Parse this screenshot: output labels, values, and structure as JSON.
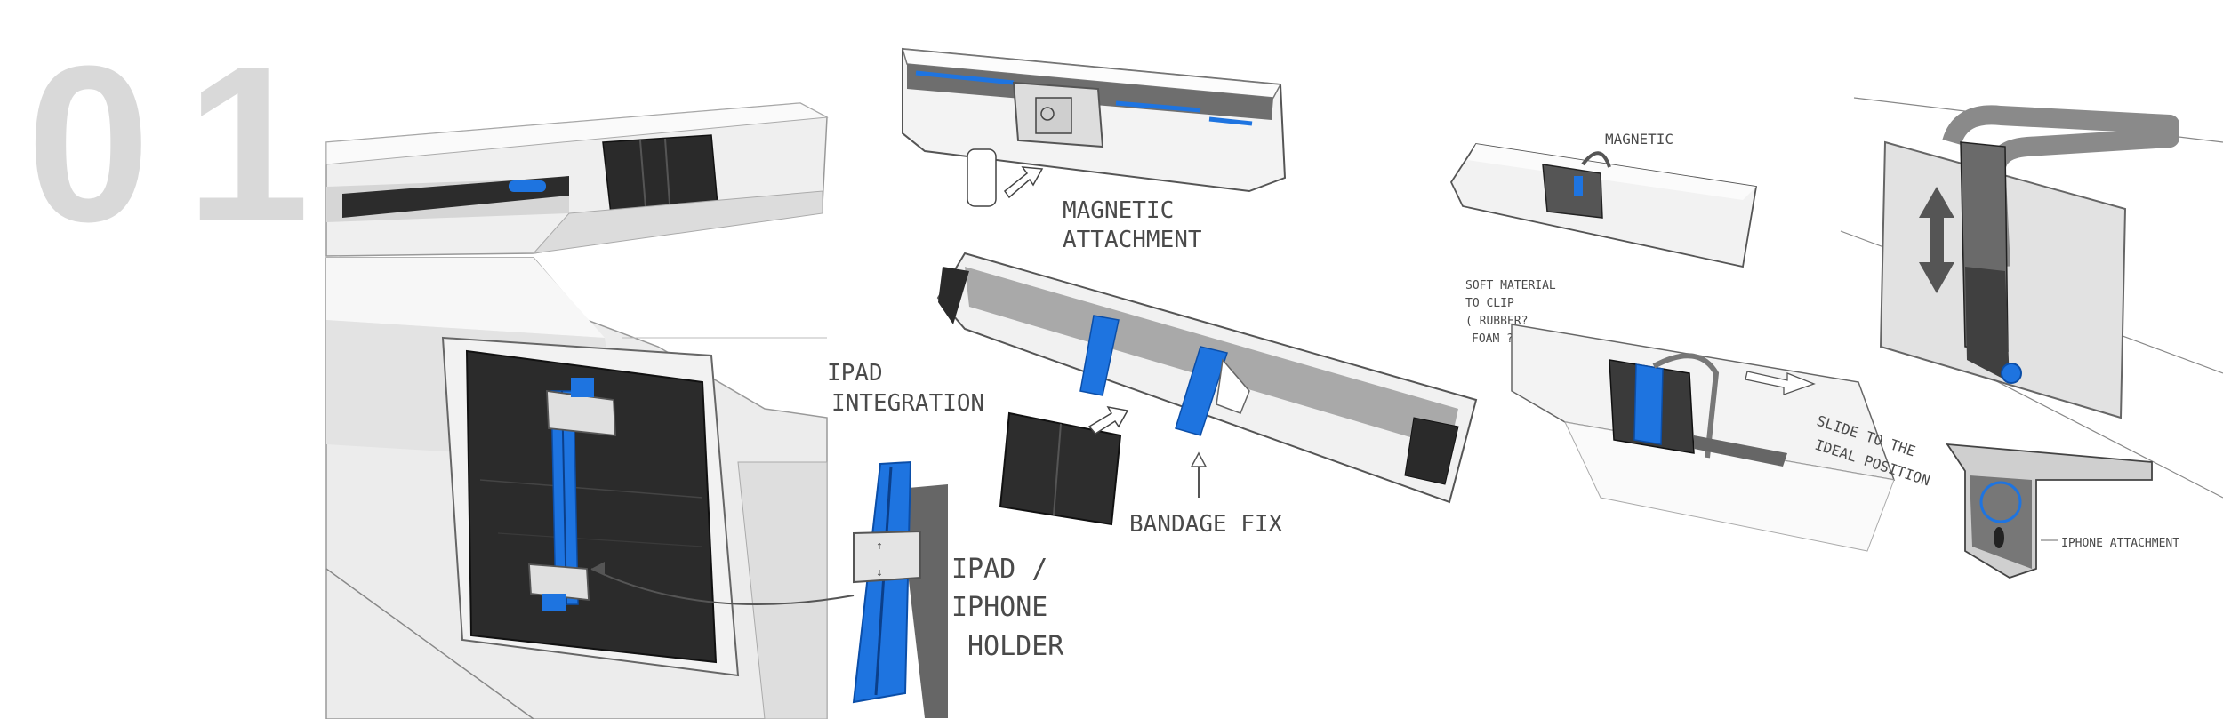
{
  "page_number": "01",
  "labels": {
    "magnetic_attachment_1": "MAGNETIC",
    "magnetic_attachment_2": "ATTACHMENT",
    "ipad_integration_1": "IPAD",
    "ipad_integration_2": "INTEGRATION",
    "ipad_iphone_holder_1": "IPAD /",
    "ipad_iphone_holder_2": "IPHONE",
    "ipad_iphone_holder_3": "HOLDER",
    "bandage_fix": "BANDAGE FIX",
    "magnetic": "MAGNETIC",
    "soft_material_1": "SOFT MATERIAL",
    "soft_material_2": "TO CLIP",
    "soft_material_3": "( RUBBER?",
    "soft_material_4": "FOAM ? )",
    "slide_1": "SLIDE TO THE",
    "slide_2": "IDEAL POSITION",
    "iphone_attachment": "IPHONE ATTACHMENT"
  },
  "colors": {
    "accent_blue": "#1e74e0",
    "body_grey": "#e8e8e8",
    "dark_grey": "#2f2f2f",
    "page_number": "#d9d9d9"
  }
}
